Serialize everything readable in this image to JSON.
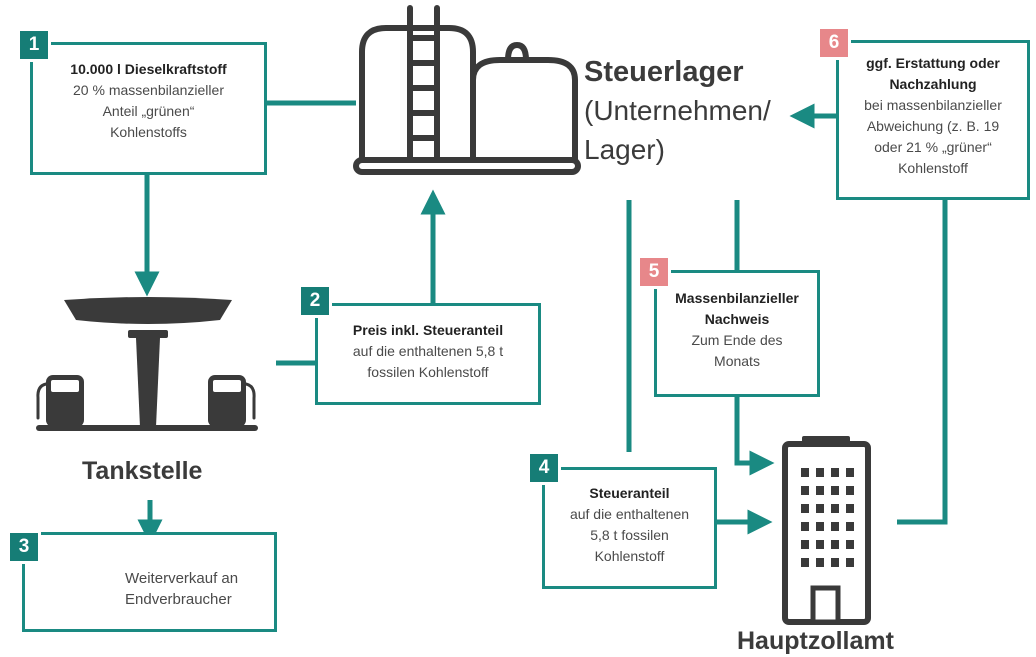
{
  "colors": {
    "accent": "#1a8a82",
    "badge_teal": "#167d76",
    "badge_pink": "#e7878a",
    "icon": "#3a3a3a"
  },
  "storage": {
    "title": "Steuerlager",
    "subtitle_line1": "(Unternehmen/",
    "subtitle_line2": "Lager)"
  },
  "station": {
    "title": "Tankstelle"
  },
  "office": {
    "title": "Hauptzollamt"
  },
  "boxes": {
    "b1": {
      "number": "1",
      "title": "10.000 l Dieselkraftstoff",
      "lines": [
        "20 % massenbilanzieller",
        "Anteil „grünen“",
        "Kohlenstoffs"
      ]
    },
    "b2": {
      "number": "2",
      "title": "Preis inkl.  Steueranteil",
      "lines": [
        "auf die enthaltenen 5,8 t",
        "fossilen Kohlenstoff"
      ]
    },
    "b3": {
      "number": "3",
      "lines": [
        "Weiterverkauf an",
        "Endverbraucher"
      ]
    },
    "b4": {
      "number": "4",
      "title": "Steueranteil",
      "lines": [
        "auf die enthaltenen",
        "5,8 t fossilen",
        "Kohlenstoff"
      ]
    },
    "b5": {
      "number": "5",
      "title_lines": [
        "Massenbilanzieller",
        "Nachweis"
      ],
      "lines": [
        "Zum Ende des",
        "Monats"
      ]
    },
    "b6": {
      "number": "6",
      "title_lines": [
        "ggf. Erstattung oder",
        "Nachzahlung"
      ],
      "lines": [
        "bei massenbilanzieller",
        "Abweichung (z. B. 19",
        "oder 21 % „grüner“",
        "Kohlenstoff"
      ]
    }
  }
}
